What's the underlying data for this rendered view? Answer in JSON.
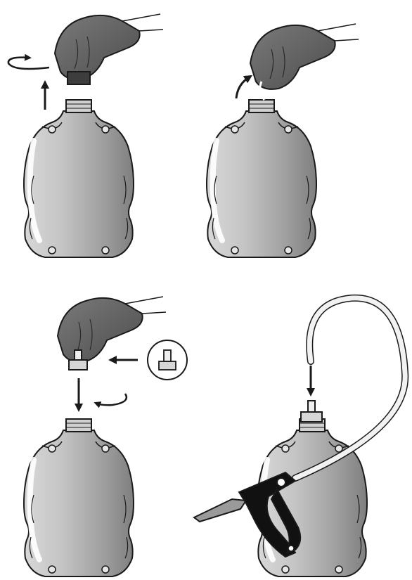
{
  "figure": {
    "type": "instruction-diagram",
    "panel_count": 4,
    "colors": {
      "bottle_fill": "#c9c9c9",
      "bottle_shade": "#8f8f8f",
      "bottle_highlight": "#f4f4f4",
      "outline": "#1a1a1a",
      "glove": "#6b6b6b",
      "glove_shade": "#4a4a4a",
      "hose": "#f2f2f2",
      "gun_body": "#111111",
      "nozzle": "#9a9a9a"
    },
    "icons": [
      "glove-hand-icon",
      "rotate-arrow-icon",
      "up-arrow-icon",
      "down-arrow-icon",
      "left-arrow-icon",
      "adapter-cap-icon",
      "drench-gun-icon",
      "hose-icon"
    ],
    "steps": [
      {
        "id": 1,
        "action": "unscrew-cap-and-lift",
        "hand": "glove-hand-icon",
        "arrows": [
          "rotate-arrow-icon",
          "up-arrow-icon"
        ]
      },
      {
        "id": 2,
        "action": "peel-foil-seal",
        "hand": "glove-hand-icon",
        "arrows": [
          "curved-up-arrow-icon"
        ]
      },
      {
        "id": 3,
        "action": "screw-on-adapter-cap",
        "hand": "glove-hand-icon",
        "arrows": [
          "down-arrow-icon",
          "rotate-arrow-icon",
          "left-arrow-icon"
        ],
        "inset": "adapter-cap-icon"
      },
      {
        "id": 4,
        "action": "attach-hose-and-drench-gun",
        "arrows": [
          "down-arrow-icon"
        ],
        "tool": "drench-gun-icon"
      }
    ]
  }
}
